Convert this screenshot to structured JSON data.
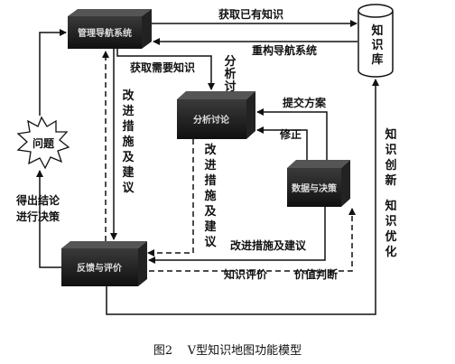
{
  "nodes": {
    "navigation": "管理导航系统",
    "knowledge_base": "知识库",
    "problem": "问题",
    "analysis": "分析讨论",
    "decision": "数据与决策",
    "feedback": "反馈与评价"
  },
  "edges": {
    "acquire_existing": "获取已有知识",
    "rebuild_nav": "重构导航系统",
    "acquire_needed": "获取需要知识",
    "analysis_discuss": "分析讨",
    "submit_plan": "提交方案",
    "revise": "修正",
    "improve_left": "改进措施及建议",
    "improve_center": "改进措施及建议",
    "improve_bottom": "改进措施及建议",
    "knowledge_eval": "知识评价",
    "value_judge": "价值判断",
    "knowledge_innovate": "知识创新",
    "knowledge_optimize": "知识优化",
    "conclude": "得出结论",
    "decide": "进行决策"
  },
  "caption": "图2    V型知识地图功能模型"
}
